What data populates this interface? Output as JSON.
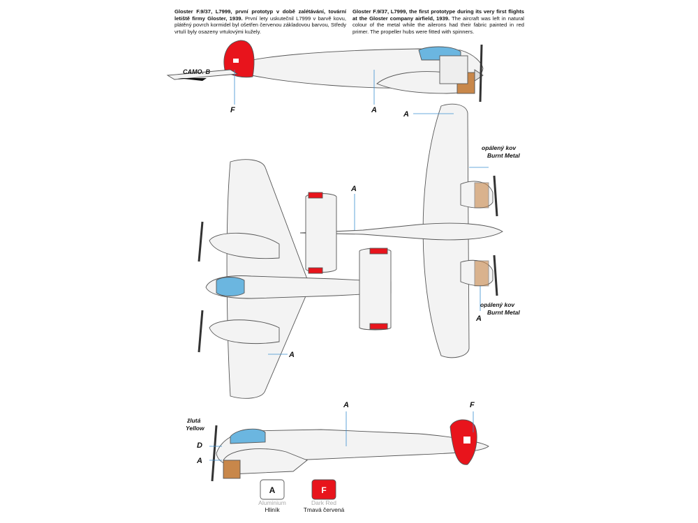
{
  "captions": {
    "cz_bold": "Gloster F.9/37, L7999, první prototyp v době zalétávání, tovární letiště firmy Gloster, 1939.",
    "cz_text": "První lety uskutečnil L7999 v barvě kovu, plátěný povrch kormidel byl ošetřen červenou základovou barvou, Středy vrtulí byly osazeny vrtulovými kužely.",
    "en_bold": "Gloster F.9/37, L7999, the first prototype during its very first flights at the Gloster company airfield, 1939.",
    "en_text": "The aircraft was left in natural colour of the metal while the ailerons had their fabric painted in red primer. The propeller hubs were fitted with spinners."
  },
  "camo_label": "CAMO. B",
  "labels": {
    "A": "A",
    "D": "D",
    "F": "F",
    "burnt_cz": "opálený kov",
    "burnt_en": "Burnt Metal",
    "yellow_cz": "žlutá",
    "yellow_en": "Yellow"
  },
  "swatches": [
    {
      "code": "A",
      "en": "Aluminium",
      "cz": "Hliník",
      "color": "#ffffff"
    },
    {
      "code": "F",
      "en": "Dark Red",
      "cz": "Tmavá červená",
      "color": "#e8141c"
    }
  ],
  "colors": {
    "aluminium": "#f3f3f3",
    "outline": "#555555",
    "red": "#e8141c",
    "glass": "#6bb6e0",
    "burnt": "#c8874a",
    "leader": "#3a8fd0"
  }
}
